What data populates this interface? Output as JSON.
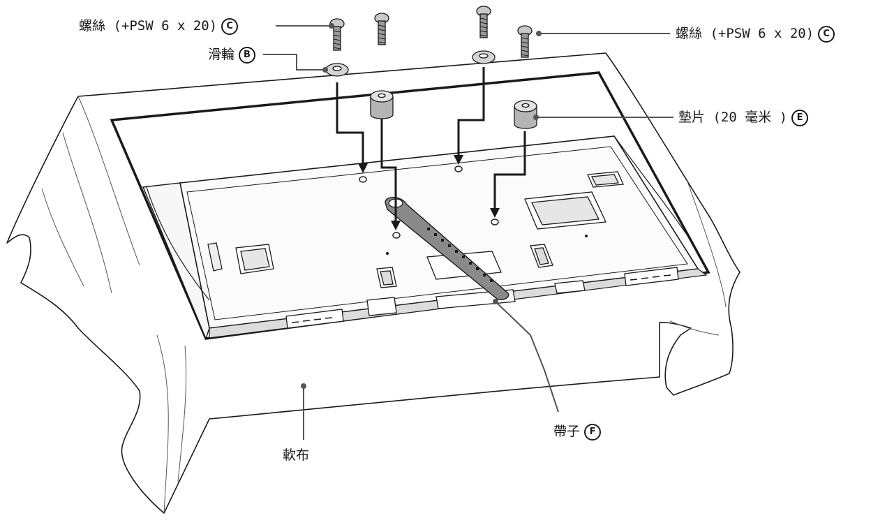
{
  "labels": {
    "screw_left": {
      "text": "螺絲 (+PSW 6 x 20)",
      "marker": "C"
    },
    "screw_right": {
      "text": "螺絲 (+PSW 6 x 20)",
      "marker": "C"
    },
    "washer": {
      "text": "滑輪",
      "marker": "B"
    },
    "spacer": {
      "text": "墊片 (20 毫米 )",
      "marker": "E"
    },
    "belt": {
      "text": "帶子",
      "marker": "F"
    },
    "cloth": {
      "text": "軟布"
    }
  },
  "icons": [
    "screw-icon",
    "washer-icon",
    "spacer-icon",
    "belt-icon",
    "tv-panel",
    "soft-cloth"
  ],
  "colors": {
    "line": "#1a1a1a",
    "fill_light": "#f4f4f4",
    "fill_grey": "#c9c9c9",
    "fill_dark": "#8a8a8a"
  }
}
